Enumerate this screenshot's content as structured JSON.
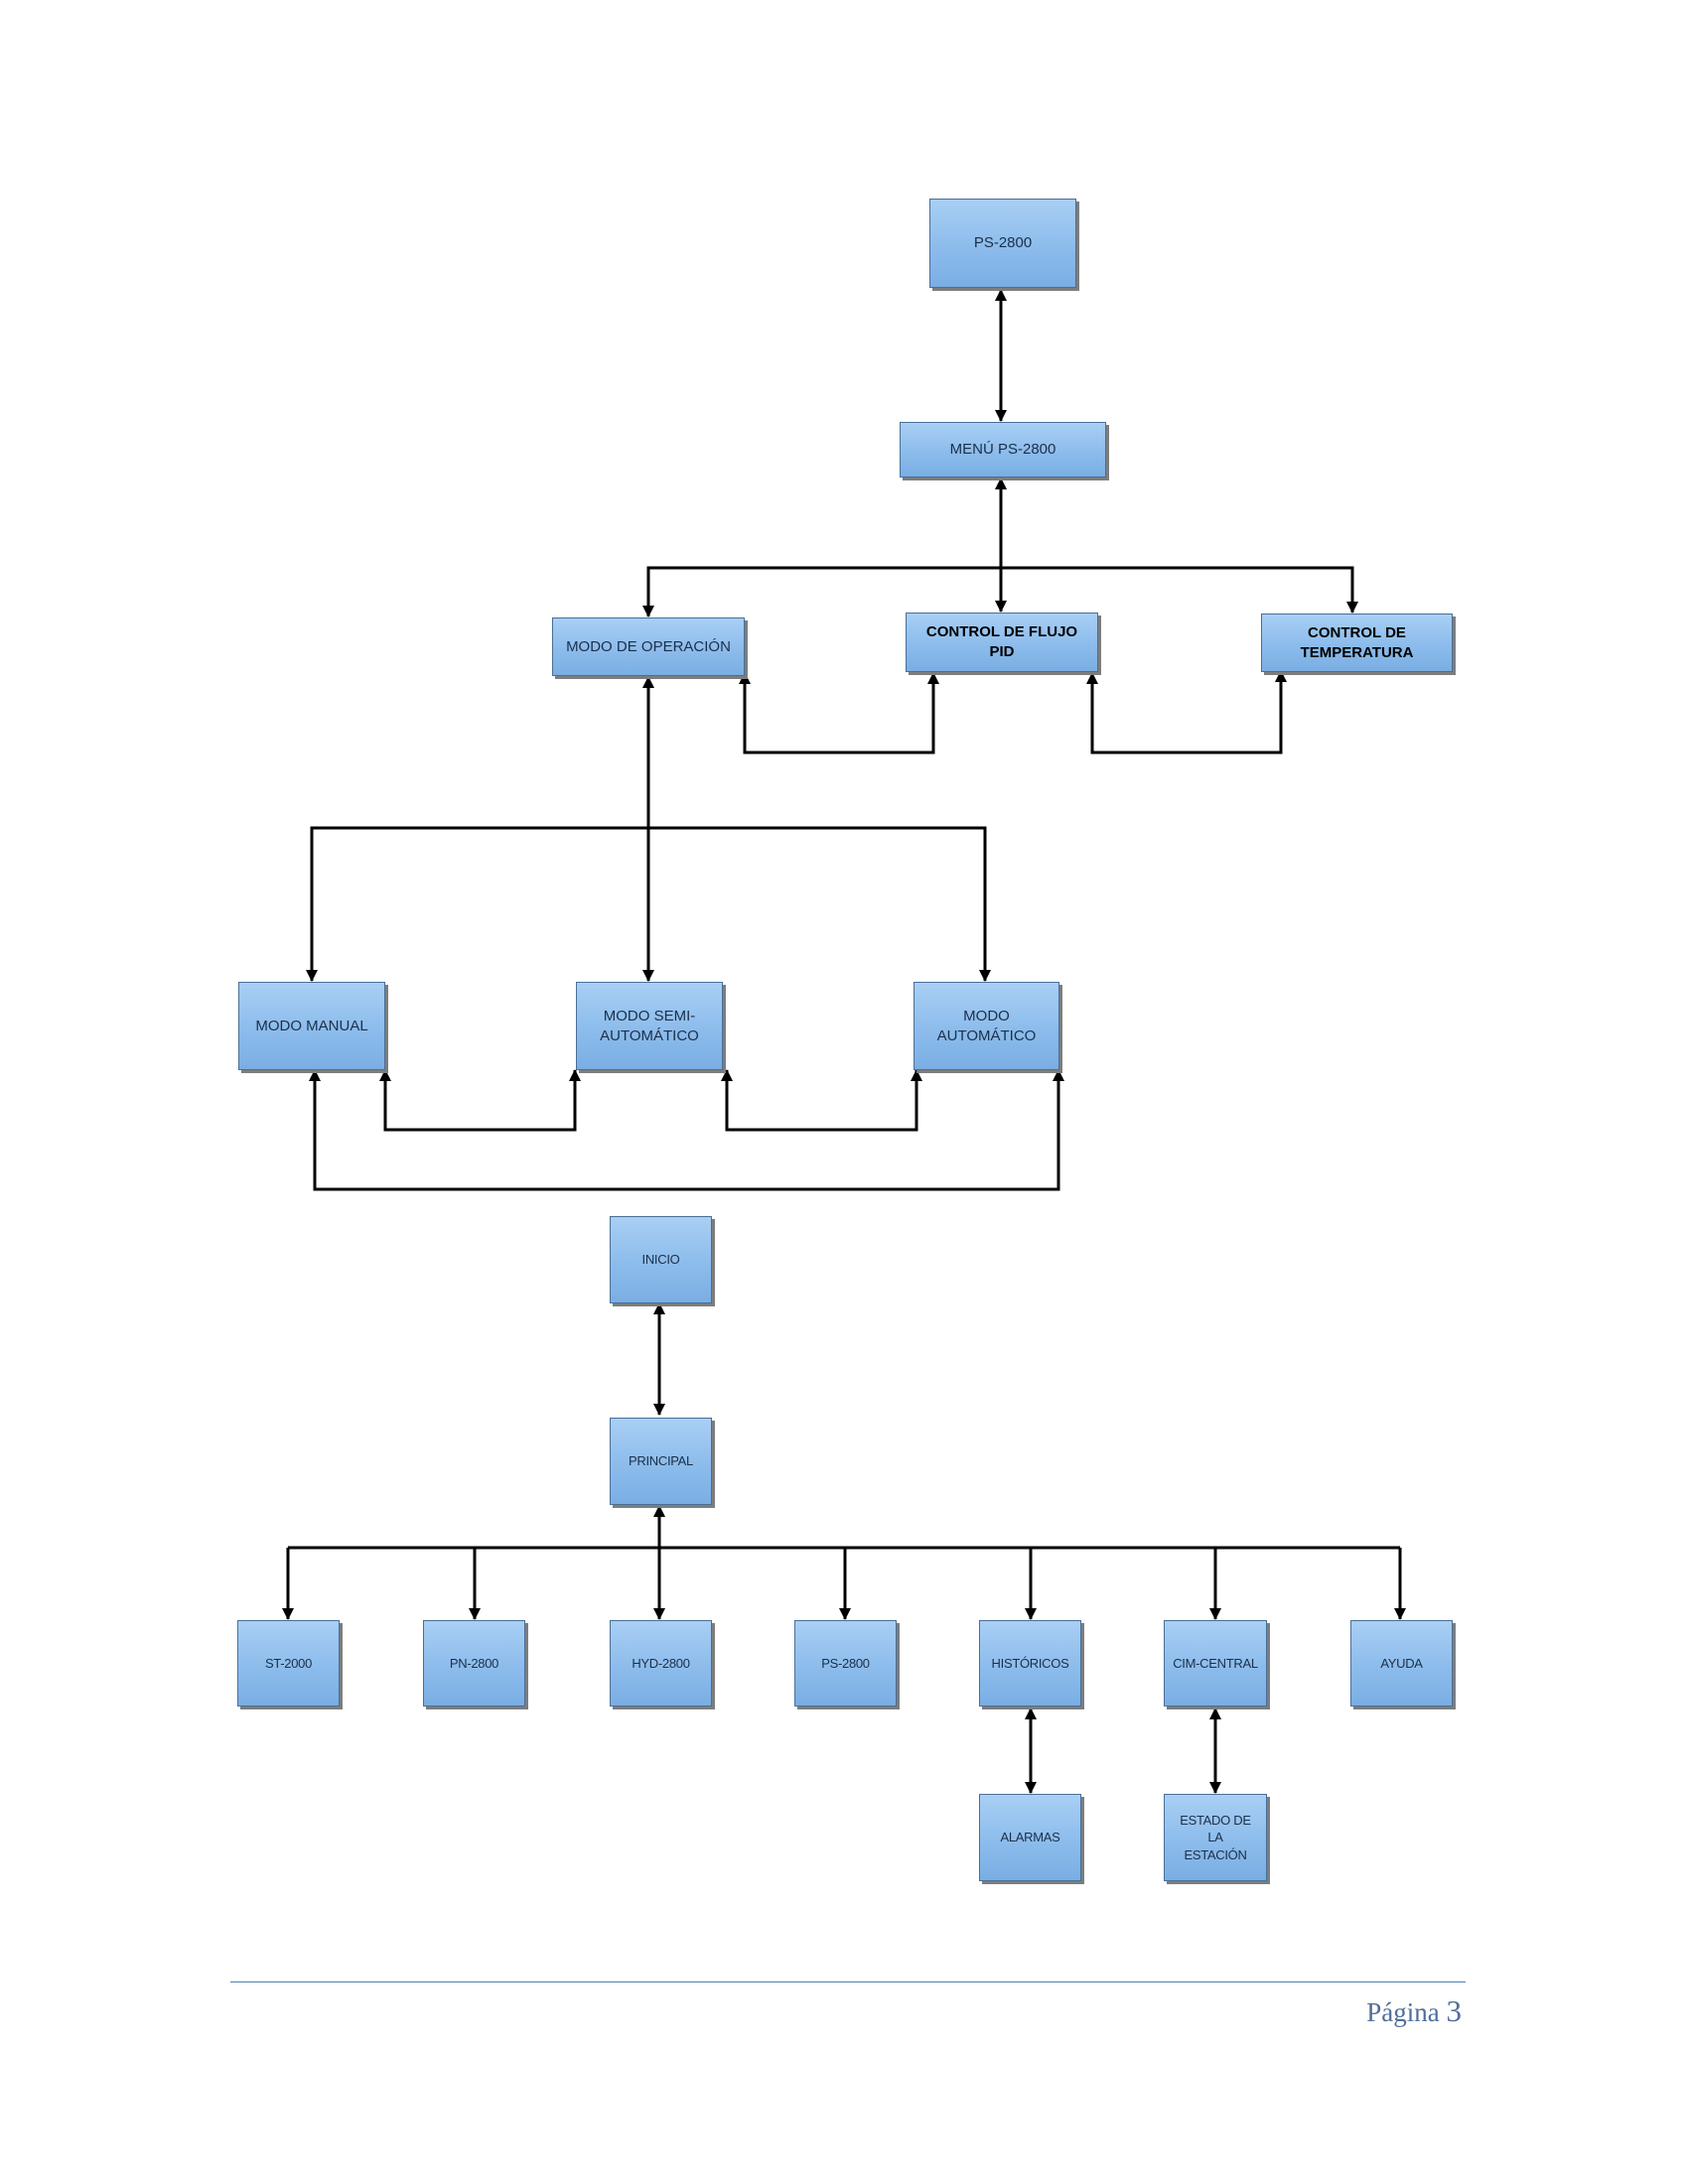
{
  "diagram": {
    "nodes": {
      "ps2800_top": "PS-2800",
      "menu": "MENÚ PS-2800",
      "modo_operacion": "MODO DE OPERACIÓN",
      "control_flujo": "CONTROL DE FLUJO PID",
      "control_temp": "CONTROL DE TEMPERATURA",
      "modo_manual": "MODO MANUAL",
      "modo_semi": "MODO SEMI-AUTOMÁTICO",
      "modo_auto": "MODO AUTOMÁTICO",
      "inicio": "INICIO",
      "principal": "PRINCIPAL",
      "st2000": "ST-2000",
      "pn2800": "PN-2800",
      "hyd2800": "HYD-2800",
      "ps2800_bottom": "PS-2800",
      "historicos": "HISTÓRICOS",
      "cim_central": "CIM-CENTRAL",
      "ayuda": "AYUDA",
      "alarmas": "ALARMAS",
      "estado": "ESTADO DE LA ESTACIÓN"
    }
  },
  "footer": {
    "page_word": "Página",
    "page_number": "3"
  }
}
